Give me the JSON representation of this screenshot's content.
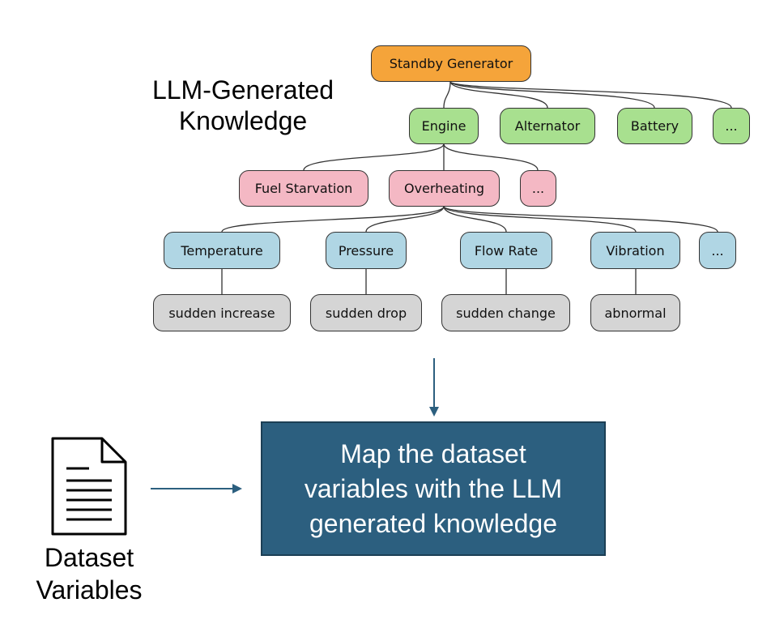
{
  "title": {
    "line1": "LLM-Generated",
    "line2": "Knowledge"
  },
  "tree": {
    "root": "Standby Generator",
    "components": [
      "Engine",
      "Alternator",
      "Battery",
      "..."
    ],
    "failures": [
      "Fuel Starvation",
      "Overheating",
      "..."
    ],
    "variables": [
      "Temperature",
      "Pressure",
      "Flow Rate",
      "Vibration",
      "..."
    ],
    "patterns": [
      "sudden increase",
      "sudden drop",
      "sudden change",
      "abnormal"
    ]
  },
  "map_box": {
    "line1": "Map the dataset",
    "line2": "variables with the LLM",
    "line3": "generated knowledge"
  },
  "dataset": {
    "line1": "Dataset",
    "line2": "Variables"
  },
  "colors": {
    "root": "#f5a43a",
    "component": "#a8e08f",
    "failure": "#f4b8c4",
    "variable": "#b0d6e4",
    "pattern": "#d5d5d5",
    "map_box": "#2c5f7f",
    "arrow": "#2c5f7f"
  }
}
